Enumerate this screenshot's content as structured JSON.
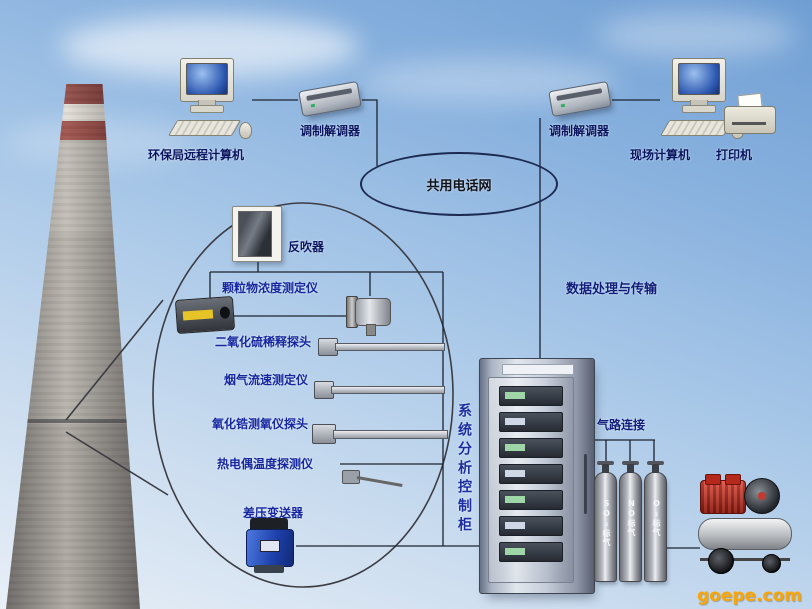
{
  "labels": {
    "epa_computer": "环保局远程计算机",
    "modem_left": "调制解调器",
    "modem_right": "调制解调器",
    "phone_network": "共用电话网",
    "site_computer": "现场计算机",
    "printer": "打印机",
    "data_link": "数据处理与传输",
    "blowback": "反吹器",
    "cabinet_vertical": "系统分析控制柜",
    "gas_line": "气路连接",
    "watermark": "goepe.com"
  },
  "instruments": [
    {
      "label": "颗粒物浓度测定仪"
    },
    {
      "label": "二氧化硫稀释探头"
    },
    {
      "label": "烟气流速测定仪"
    },
    {
      "label": "氧化锆测氧仪探头"
    },
    {
      "label": "热电偶温度探测仪"
    },
    {
      "label": "差压变送器"
    }
  ],
  "cylinders": [
    {
      "label": "SO₂标气"
    },
    {
      "label": "NO标气"
    },
    {
      "label": "O₂标气"
    }
  ],
  "colors": {
    "label_blue": "#1627a0",
    "watermark_orange": "#f7a60a"
  }
}
